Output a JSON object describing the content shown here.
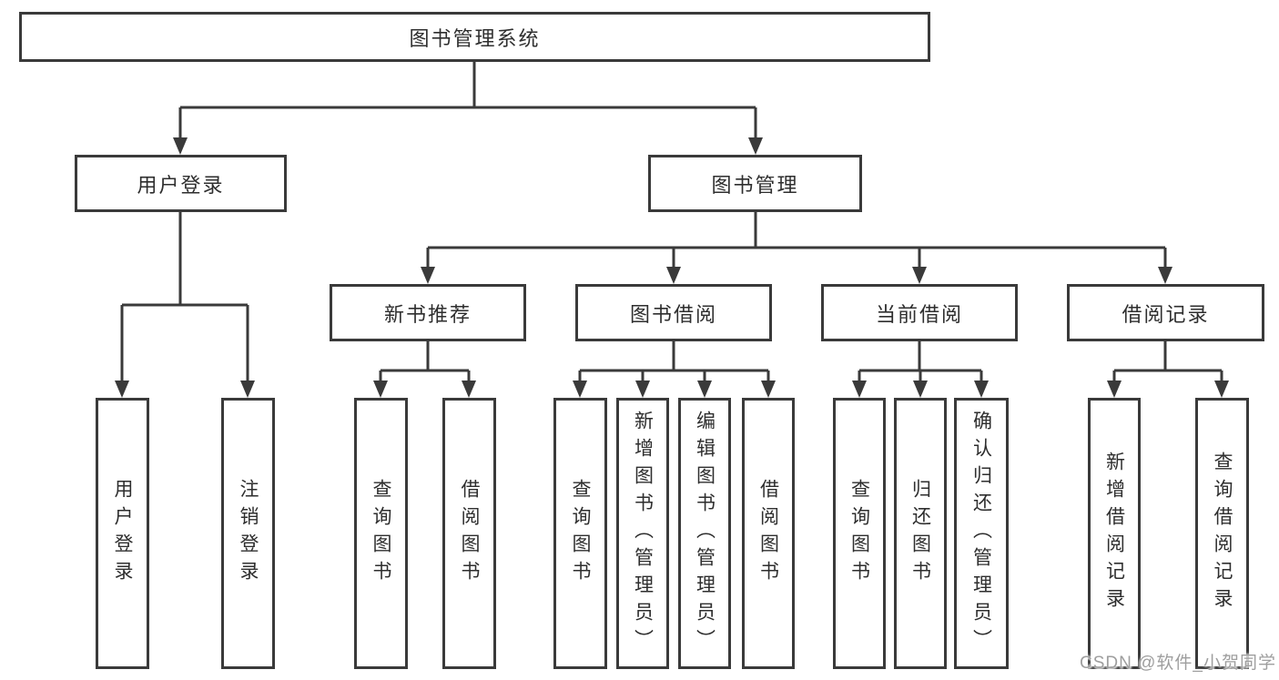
{
  "colors": {
    "line": "#3a3a3a",
    "box_border": "#3a3a3a",
    "text": "#2e2e2e",
    "background": "#ffffff",
    "watermark": "#9e9e9e"
  },
  "watermark": {
    "text": "CSDN @软件_小贺同学"
  },
  "diagram": {
    "root": {
      "label": "图书管理系统"
    },
    "level2": [
      {
        "label": "用户登录"
      },
      {
        "label": "图书管理"
      }
    ],
    "level3": [
      {
        "label": "新书推荐"
      },
      {
        "label": "图书借阅"
      },
      {
        "label": "当前借阅"
      },
      {
        "label": "借阅记录"
      }
    ],
    "leaves": {
      "user_login": [
        "用户登录",
        "注销登录"
      ],
      "new_book_rec": [
        "查询图书",
        "借阅图书"
      ],
      "book_borrow": [
        "查询图书",
        "新增图书（管理员）",
        "编辑图书（管理员）",
        "借阅图书"
      ],
      "current_borrow": [
        "查询图书",
        "归还图书",
        "确认归还（管理员）"
      ],
      "borrow_records": [
        "新增借阅记录",
        "查询借阅记录"
      ]
    }
  }
}
